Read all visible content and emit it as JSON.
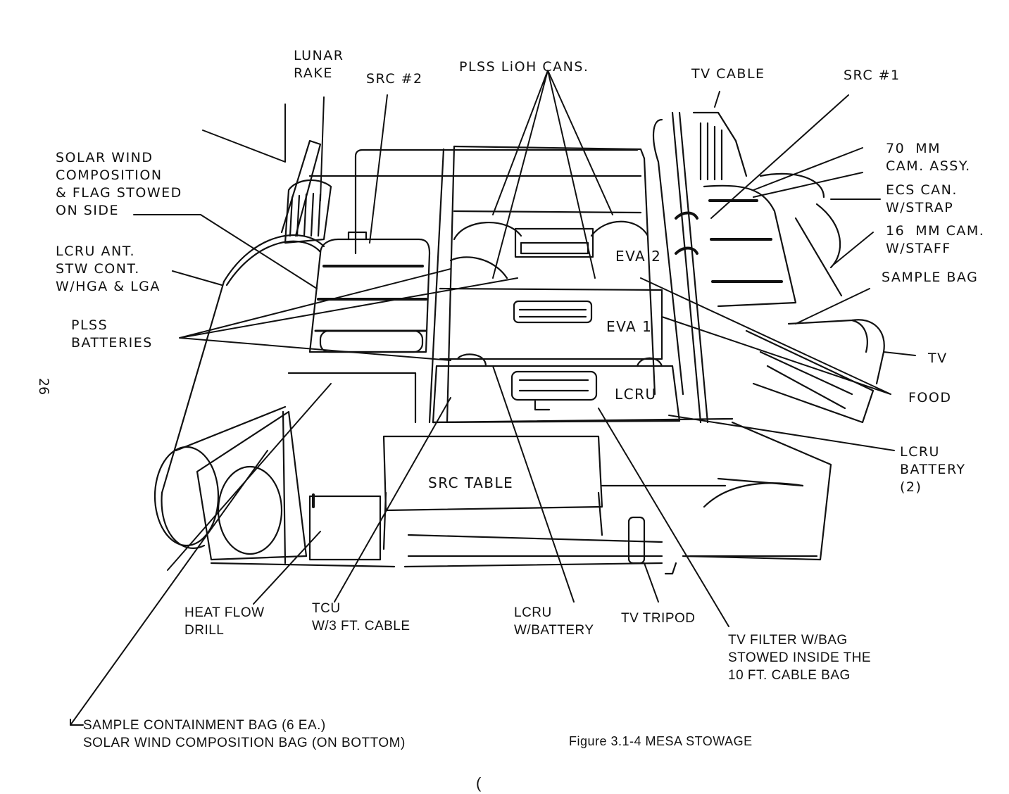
{
  "figure": {
    "caption": "Figure 3.1-4  MESA STOWAGE",
    "page_number": "26",
    "stray_mark": "("
  },
  "labels": {
    "lunar_rake": "LUNAR\nRAKE",
    "src2": "SRC #2",
    "plss_lioh_cans": "PLSS LiOH CANS.",
    "tv_cable": "TV CABLE",
    "src1": "SRC #1",
    "solar_wind": "SOLAR WIND\nCOMPOSITION\n& FLAG STOWED\nON SIDE",
    "cam70": "70  MM\nCAM. ASSY.",
    "ecs_can": "ECS CAN.\nW/STRAP",
    "cam16": "16  MM CAM.\nW/STAFF",
    "lcru_ant": "LCRU ANT.\nSTW CONT.\nW/HGA & LGA",
    "sample_bag": "SAMPLE BAG",
    "plss_batteries": "PLSS\nBATTERIES",
    "tv": "TV",
    "food": "FOOD",
    "lcru_battery": "LCRU\nBATTERY\n(2)",
    "eva2": "EVA 2",
    "eva1": "EVA 1",
    "lcru": "LCRU",
    "src_table": "SRC TABLE",
    "heat_flow_drill": "HEAT FLOW\nDRILL",
    "tcu": "TCU\nW/3 FT. CABLE",
    "lcru_w_battery": "LCRU\nW/BATTERY",
    "tv_tripod": "TV TRIPOD",
    "tv_filter": "TV FILTER W/BAG\nSTOWED INSIDE THE\n10 FT. CABLE BAG",
    "sample_containment": "SAMPLE CONTAINMENT BAG (6 EA.)\nSOLAR WIND COMPOSITION BAG (ON BOTTOM)"
  }
}
